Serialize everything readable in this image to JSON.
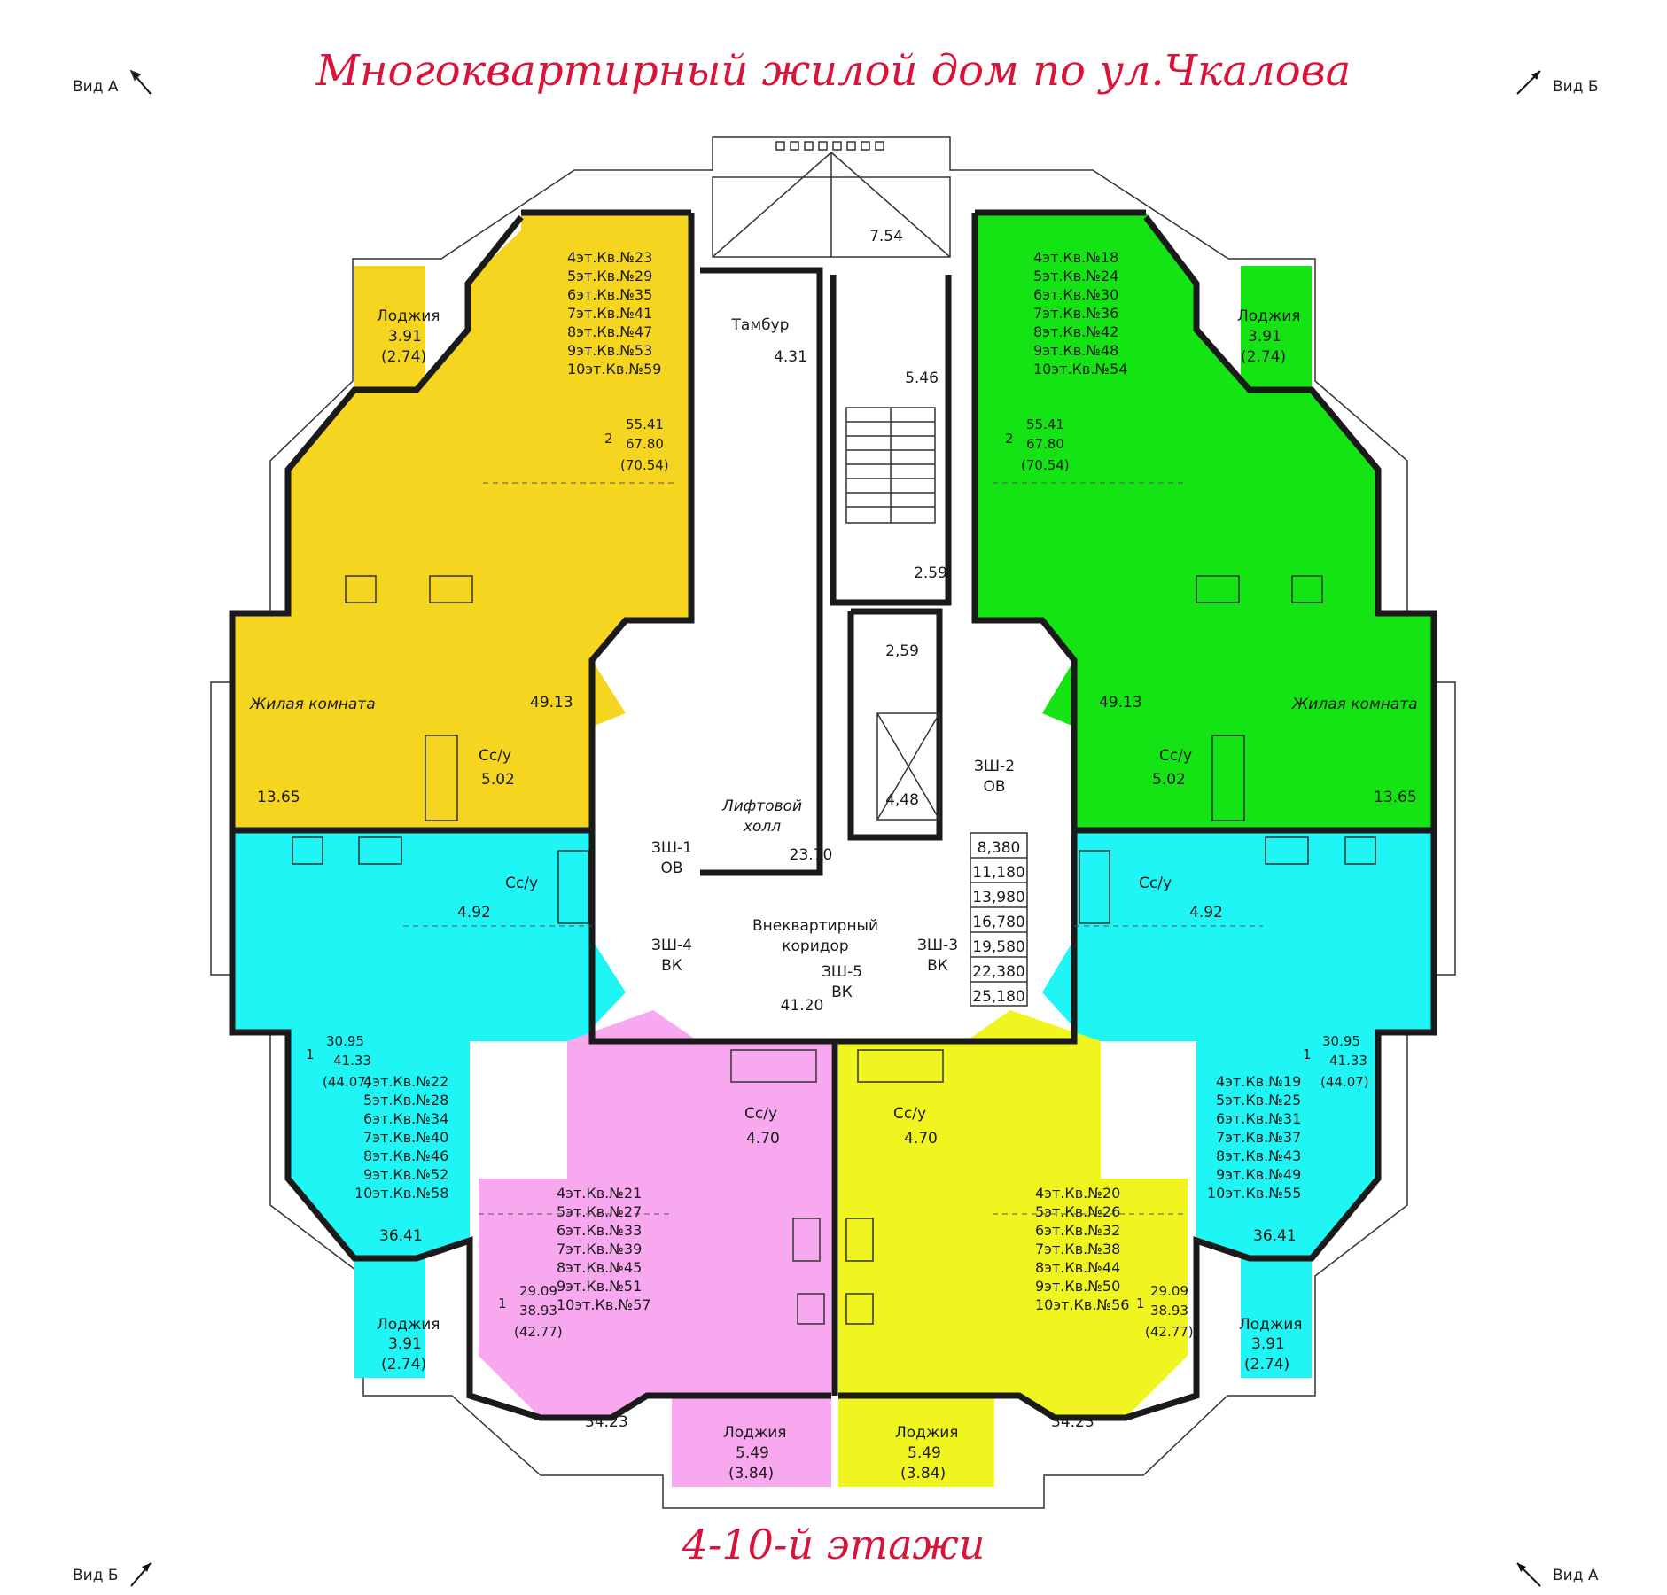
{
  "title": "Многоквартирный жилой дом по ул.Чкалова",
  "floors_label": "4-10-й этажи",
  "view_labels": {
    "top_left": "Вид А",
    "top_right": "Вид Б",
    "bottom_left": "Вид Б",
    "bottom_right": "Вид А"
  },
  "colors": {
    "apt_nw": "#f6d520",
    "apt_ne": "#14e314",
    "apt_wc": "#1ff5f5",
    "apt_ec": "#1ff5f5",
    "apt_sw": "#f7a8ee",
    "apt_se": "#f0f520",
    "title": "#d8143a"
  },
  "common": {
    "tambur": "Тамбур",
    "tambur_area": "4.31",
    "entrance_area": "7.54",
    "stair_area": "5.46",
    "stair_bottom_area": "2.59",
    "lift_top_area": "2,59",
    "lift_bottom_area": "4,48",
    "lift_hall_1": "Лифтовой",
    "lift_hall_2": "холл",
    "lift_hall_area": "23.70",
    "corridor_1": "Внеквартирный",
    "corridor_2": "коридор",
    "corridor_area": "41.20",
    "shafts": {
      "zsh1": "ЗШ-1",
      "zsh1_sub": "ОВ",
      "zsh2": "ЗШ-2",
      "zsh2_sub": "ОВ",
      "zsh3": "ЗШ-3",
      "zsh3_sub": "ВК",
      "zsh4": "ЗШ-4",
      "zsh4_sub": "ВК",
      "zsh5": "ЗШ-5",
      "zsh5_sub": "ВК"
    },
    "levels": [
      "8,380",
      "11,180",
      "13,980",
      "16,780",
      "19,580",
      "22,380",
      "25,180"
    ]
  },
  "apartments": {
    "nw": {
      "list": [
        "4эт.Кв.№23",
        "5эт.Кв.№29",
        "6эт.Кв.№35",
        "7эт.Кв.№41",
        "8эт.Кв.№47",
        "9эт.Кв.№53",
        "10эт.Кв.№59"
      ],
      "rooms": "2",
      "living": "55.41",
      "total": "67.80",
      "total_balcony": "(70.54)",
      "loggia_label": "Лоджия",
      "loggia_area": "3.91",
      "loggia_reduced": "(2.74)",
      "room_name": "Жилая комната",
      "room_area": "13.65",
      "kitchen_area": "49.13",
      "bath_label": "Сс/у",
      "bath_area": "5.02"
    },
    "ne": {
      "list": [
        "4эт.Кв.№18",
        "5эт.Кв.№24",
        "6эт.Кв.№30",
        "7эт.Кв.№36",
        "8эт.Кв.№42",
        "9эт.Кв.№48",
        "10эт.Кв.№54"
      ],
      "rooms": "2",
      "living": "55.41",
      "total": "67.80",
      "total_balcony": "(70.54)",
      "loggia_label": "Лоджия",
      "loggia_area": "3.91",
      "loggia_reduced": "(2.74)",
      "room_name": "Жилая комната",
      "room_area": "13.65",
      "kitchen_area": "49.13",
      "bath_label": "Сс/у",
      "bath_area": "5.02"
    },
    "wc": {
      "list": [
        "4эт.Кв.№22",
        "5эт.Кв.№28",
        "6эт.Кв.№34",
        "7эт.Кв.№40",
        "8эт.Кв.№46",
        "9эт.Кв.№52",
        "10эт.Кв.№58"
      ],
      "rooms": "1",
      "living": "30.95",
      "total": "41.33",
      "total_balcony": "(44.07)",
      "loggia_label": "Лоджия",
      "loggia_area": "3.91",
      "loggia_reduced": "(2.74)",
      "room_area": "36.41",
      "bath_label": "Сс/у",
      "bath_area": "4.92"
    },
    "ec": {
      "list": [
        "4эт.Кв.№19",
        "5эт.Кв.№25",
        "6эт.Кв.№31",
        "7эт.Кв.№37",
        "8эт.Кв.№43",
        "9эт.Кв.№49",
        "10эт.Кв.№55"
      ],
      "rooms": "1",
      "living": "30.95",
      "total": "41.33",
      "total_balcony": "(44.07)",
      "loggia_label": "Лоджия",
      "loggia_area": "3.91",
      "loggia_reduced": "(2.74)",
      "room_area": "36.41",
      "bath_label": "Сс/у",
      "bath_area": "4.92"
    },
    "sw": {
      "list": [
        "4эт.Кв.№21",
        "5эт.Кв.№27",
        "6эт.Кв.№33",
        "7эт.Кв.№39",
        "8эт.Кв.№45",
        "9эт.Кв.№51",
        "10эт.Кв.№57"
      ],
      "rooms": "1",
      "living": "29.09",
      "total": "38.93",
      "total_balcony": "(42.77)",
      "loggia_label": "Лоджия",
      "loggia_area": "5.49",
      "loggia_reduced": "(3.84)",
      "room_area": "34.23",
      "bath_label": "Сс/у",
      "bath_area": "4.70"
    },
    "se": {
      "list": [
        "4эт.Кв.№20",
        "5эт.Кв.№26",
        "6эт.Кв.№32",
        "7эт.Кв.№38",
        "8эт.Кв.№44",
        "9эт.Кв.№50",
        "10эт.Кв.№56"
      ],
      "rooms": "1",
      "living": "29.09",
      "total": "38.93",
      "total_balcony": "(42.77)",
      "loggia_label": "Лоджия",
      "loggia_area": "5.49",
      "loggia_reduced": "(3.84)",
      "room_area": "34.23",
      "bath_label": "Сс/у",
      "bath_area": "4.70"
    }
  }
}
